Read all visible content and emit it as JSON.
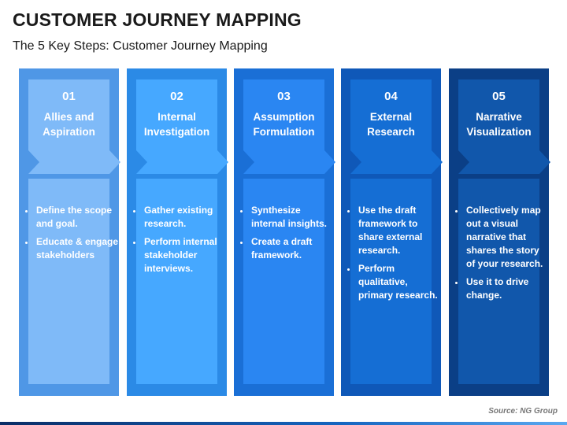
{
  "title": "CUSTOMER JOURNEY MAPPING",
  "subtitle": "The 5 Key Steps: Customer Journey Mapping",
  "steps": [
    {
      "number": "01",
      "heading": "Allies and Aspiration",
      "bullets": [
        "Define the scope and goal.",
        "Educate & engage stakeholders"
      ],
      "outer_color": "#4f97e6",
      "inner_color": "#7fbaf8"
    },
    {
      "number": "02",
      "heading": "Internal Investigation",
      "bullets": [
        "Gather existing research.",
        "Perform internal stakeholder interviews."
      ],
      "outer_color": "#2b8ae6",
      "inner_color": "#46a8ff"
    },
    {
      "number": "03",
      "heading": "Assumption Formulation",
      "bullets": [
        "Synthesize internal insights.",
        "Create a draft framework."
      ],
      "outer_color": "#1a6fd6",
      "inner_color": "#2a86f2"
    },
    {
      "number": "04",
      "heading": "External Research",
      "bullets": [
        "Use the draft framework to share external research.",
        "Perform qualitative, primary research."
      ],
      "outer_color": "#0f58b8",
      "inner_color": "#156ed4"
    },
    {
      "number": "05",
      "heading": "Narrative Visualization",
      "bullets": [
        "Collectively map out a visual narrative that shares the story of your research.",
        "Use it to drive change."
      ],
      "outer_color": "#0b3f86",
      "inner_color": "#1157ab"
    }
  ],
  "source": "Source: NG Group"
}
